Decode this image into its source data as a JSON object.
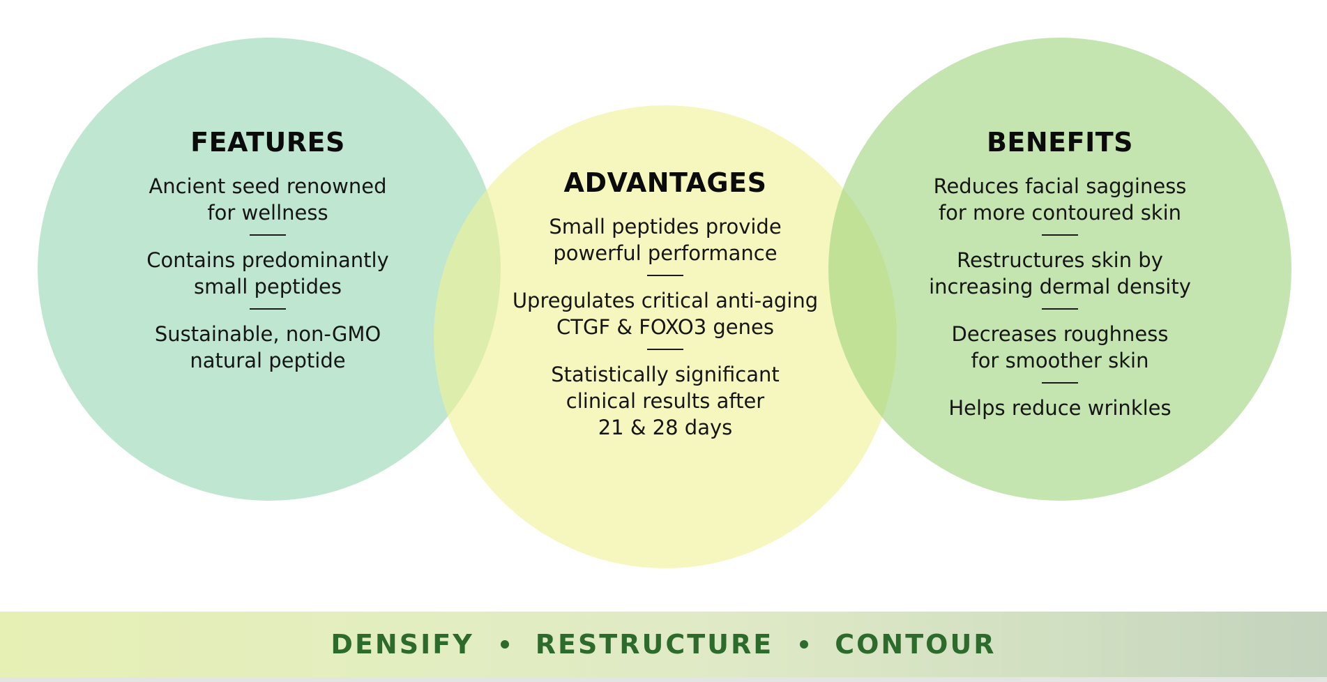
{
  "colors": {
    "features_circle": "#96d6b3",
    "advantages_circle": "#f1f296",
    "benefits_circle": "#a0d480",
    "tagline": "#2d6b2c"
  },
  "features": {
    "heading": "FEATURES",
    "items": [
      "Ancient seed renowned\nfor wellness",
      "Contains predominantly\nsmall peptides",
      "Sustainable, non-GMO\nnatural peptide"
    ]
  },
  "advantages": {
    "heading": "ADVANTAGES",
    "items": [
      "Small peptides provide\npowerful performance",
      "Upregulates critical anti-aging\nCTGF & FOXO3 genes",
      "Statistically significant\nclinical results after\n21 & 28 days"
    ]
  },
  "benefits": {
    "heading": "BENEFITS",
    "items": [
      "Reduces facial sagginess\nfor more contoured skin",
      "Restructures skin by\nincreasing dermal density",
      "Decreases roughness\nfor smoother skin",
      "Helps reduce wrinkles"
    ]
  },
  "tagline": {
    "words": [
      "DENSIFY",
      "RESTRUCTURE",
      "CONTOUR"
    ]
  }
}
